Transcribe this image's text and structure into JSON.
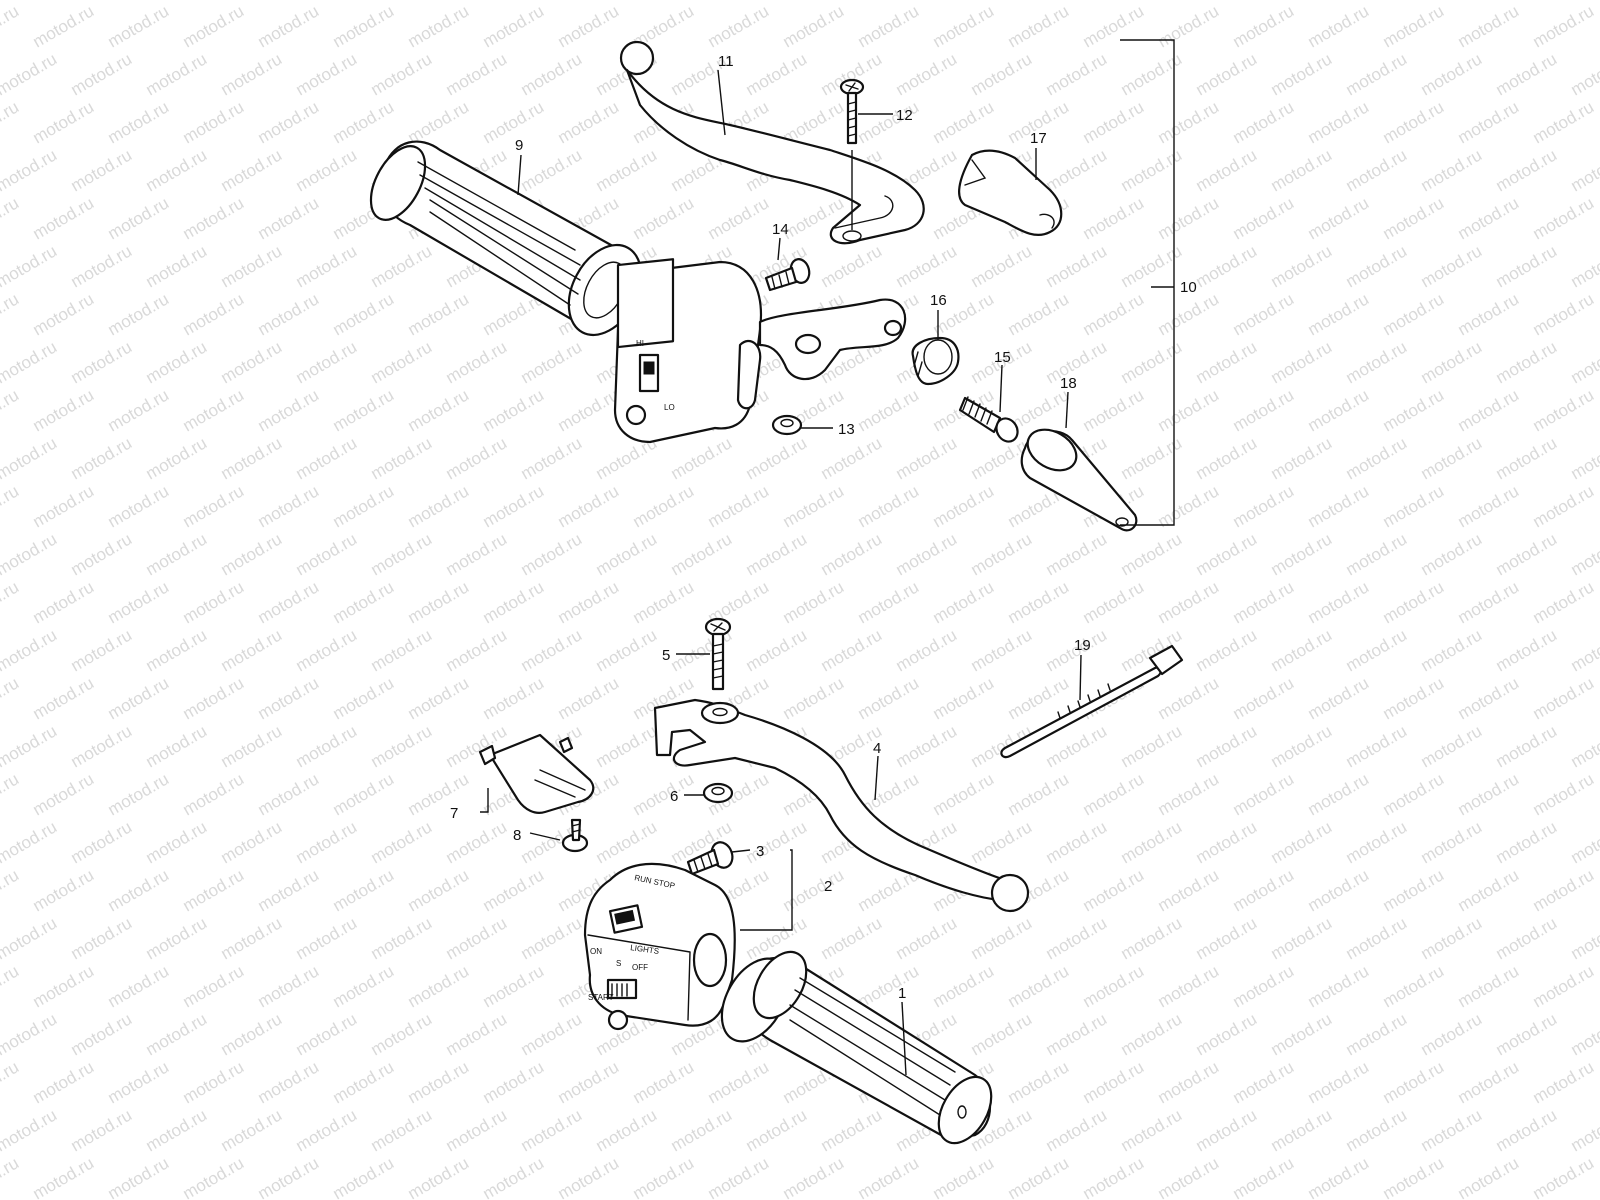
{
  "watermark": {
    "text": "motod.ru",
    "color": "#d9d9d9"
  },
  "callouts": [
    {
      "id": "1",
      "label": "1"
    },
    {
      "id": "2",
      "label": "2"
    },
    {
      "id": "3",
      "label": "3"
    },
    {
      "id": "4",
      "label": "4"
    },
    {
      "id": "5",
      "label": "5"
    },
    {
      "id": "6",
      "label": "6"
    },
    {
      "id": "7",
      "label": "7"
    },
    {
      "id": "8",
      "label": "8"
    },
    {
      "id": "9",
      "label": "9"
    },
    {
      "id": "10",
      "label": "10"
    },
    {
      "id": "11",
      "label": "11"
    },
    {
      "id": "12",
      "label": "12"
    },
    {
      "id": "13",
      "label": "13"
    },
    {
      "id": "14",
      "label": "14"
    },
    {
      "id": "15",
      "label": "15"
    },
    {
      "id": "16",
      "label": "16"
    },
    {
      "id": "17",
      "label": "17"
    },
    {
      "id": "18",
      "label": "18"
    },
    {
      "id": "19",
      "label": "19"
    }
  ],
  "switch_left": {
    "hi": "HI",
    "lo": "LO"
  },
  "switch_right": {
    "stop": "RUN STOP",
    "lights": "LIGHTS",
    "on": "ON",
    "s": "S",
    "off": "OFF",
    "start": "START"
  }
}
